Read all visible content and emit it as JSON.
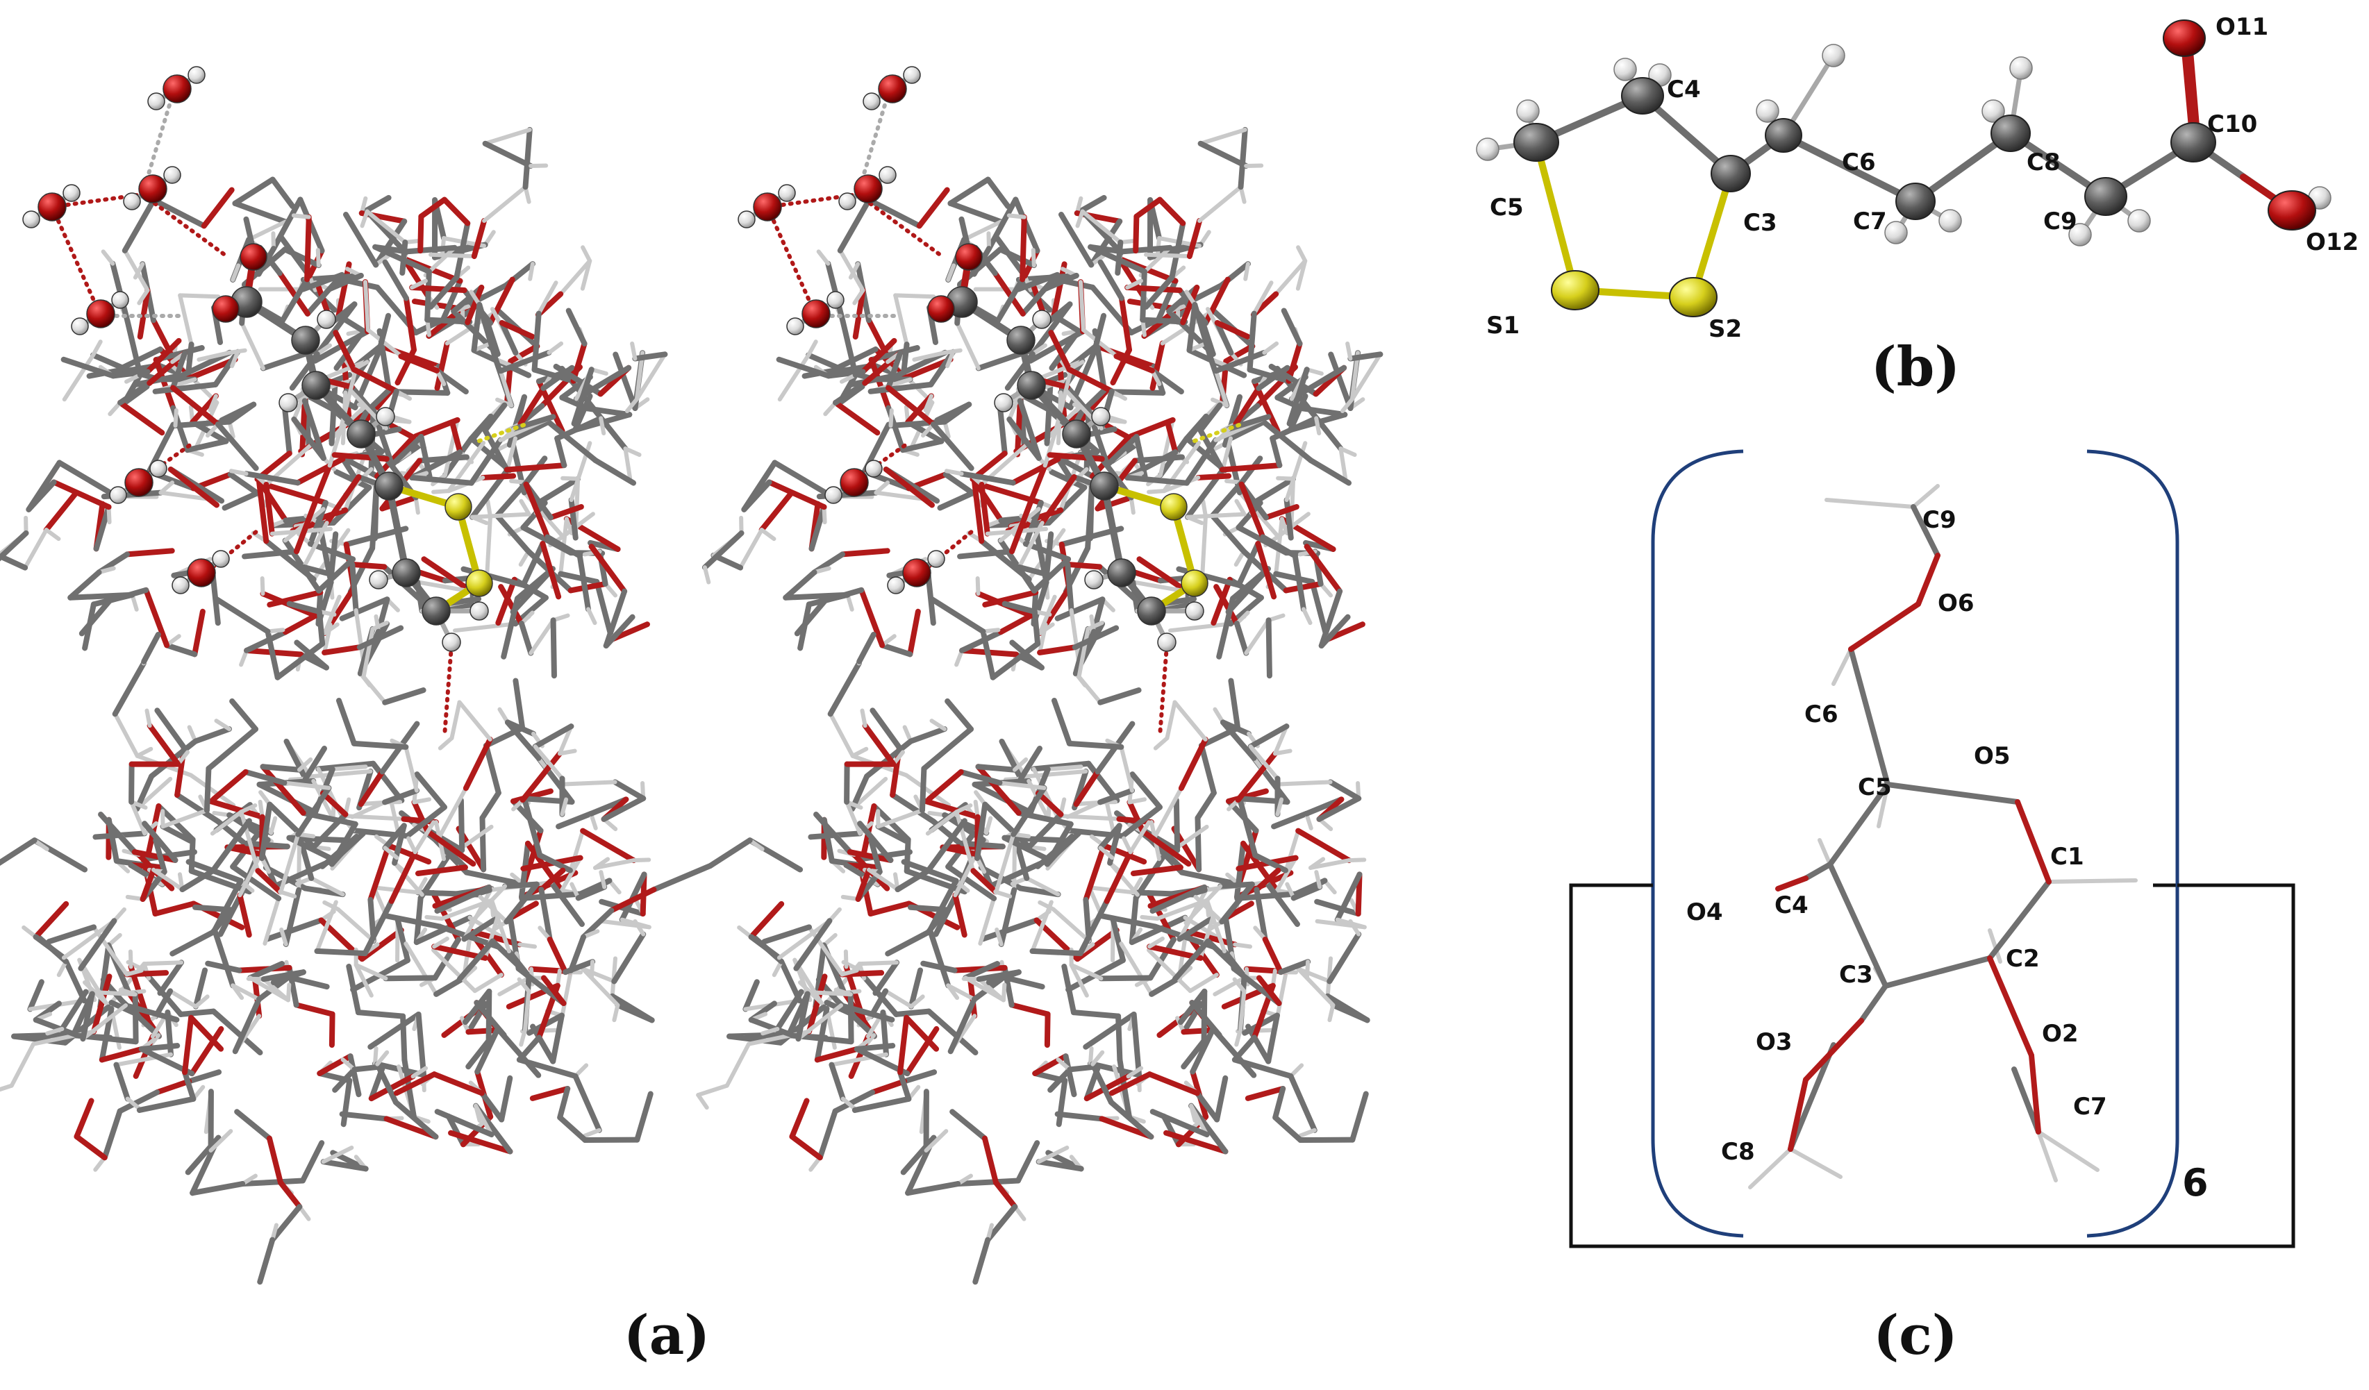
{
  "panels": {
    "a": {
      "label": "(a)"
    },
    "b": {
      "label": "(b)",
      "atoms": [
        "C3",
        "C4",
        "C5",
        "C6",
        "C7",
        "C8",
        "C9",
        "C10",
        "O11",
        "O12",
        "S1",
        "S2"
      ]
    },
    "c": {
      "label": "(c)",
      "repeat_count": "6",
      "atoms": [
        "C1",
        "C2",
        "C3",
        "C4",
        "C5",
        "C6",
        "C7",
        "C8",
        "C9",
        "O2",
        "O3",
        "O4",
        "O5",
        "O6"
      ]
    }
  },
  "colors": {
    "carbon": "#6e6e6e",
    "oxygen": "#b01818",
    "sulfur": "#d4cc1a",
    "hydrogen": "#e6e6e6",
    "bracket": "#1f3f7a",
    "box": "#111111"
  }
}
